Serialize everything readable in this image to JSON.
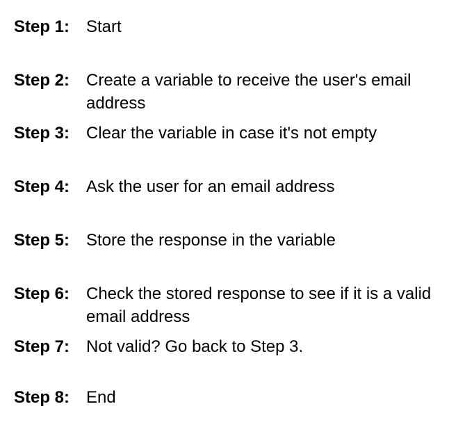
{
  "steps": [
    {
      "label": "Step 1:",
      "text": "Start"
    },
    {
      "label": "Step 2:",
      "text": "Create a variable to receive the user's email address"
    },
    {
      "label": "Step 3:",
      "text": "Clear the variable in case it's not empty"
    },
    {
      "label": "Step 4:",
      "text": "Ask the user for an email address"
    },
    {
      "label": "Step 5:",
      "text": "Store the response in the variable"
    },
    {
      "label": "Step 6:",
      "text": "Check the stored response to see if it is a valid email address"
    },
    {
      "label": "Step 7:",
      "text": "Not valid? Go back to Step 3."
    },
    {
      "label": "Step 8:",
      "text": "End"
    }
  ]
}
